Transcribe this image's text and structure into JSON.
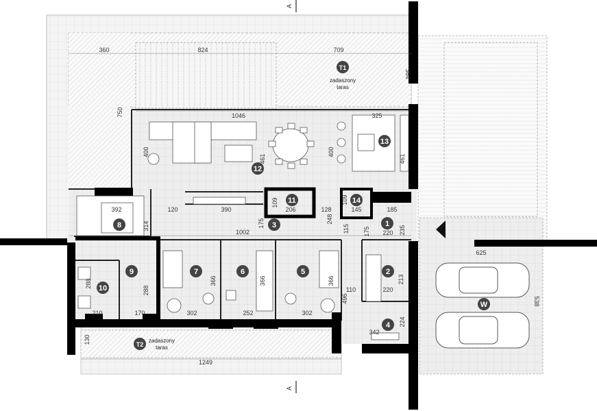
{
  "section_marks": {
    "top": "A",
    "bottom": "A"
  },
  "rooms": [
    {
      "id": "1"
    },
    {
      "id": "2"
    },
    {
      "id": "3"
    },
    {
      "id": "4"
    },
    {
      "id": "5"
    },
    {
      "id": "6"
    },
    {
      "id": "7"
    },
    {
      "id": "8"
    },
    {
      "id": "9"
    },
    {
      "id": "10"
    },
    {
      "id": "11"
    },
    {
      "id": "12"
    },
    {
      "id": "13"
    },
    {
      "id": "14"
    },
    {
      "id": "T1",
      "label_line1": "zadaszony",
      "label_line2": "taras"
    },
    {
      "id": "T2",
      "label_line1": "zadaszony",
      "label_line2": "taras"
    },
    {
      "id": "W"
    }
  ],
  "dimensions": {
    "d360": "360",
    "d824": "824",
    "d709": "709",
    "d364": "364",
    "d750": "750",
    "d1046": "1046",
    "d325": "325",
    "d400a": "400",
    "d461a": "461",
    "d400b": "400",
    "d461b": "461",
    "d392": "392",
    "d120": "120",
    "d390": "390",
    "d109a": "109",
    "d206": "206",
    "d128": "128",
    "d109b": "109",
    "d145": "145",
    "d185": "185",
    "d314": "314",
    "d175a": "175",
    "d248": "248",
    "d115": "115",
    "d175b": "175",
    "d235": "235",
    "d1002": "1002",
    "d220a": "220",
    "d288a": "288",
    "d288b": "288",
    "d366a": "366",
    "d366b": "366",
    "d366c": "366",
    "d213": "213",
    "d110": "110",
    "d496": "496",
    "d220b": "220",
    "d210": "210",
    "d170": "170",
    "d302a": "302",
    "d252": "252",
    "d302b": "302",
    "d224": "224",
    "d342": "342",
    "d130": "130",
    "d1249": "1249",
    "d625": "625",
    "d538": "538"
  }
}
